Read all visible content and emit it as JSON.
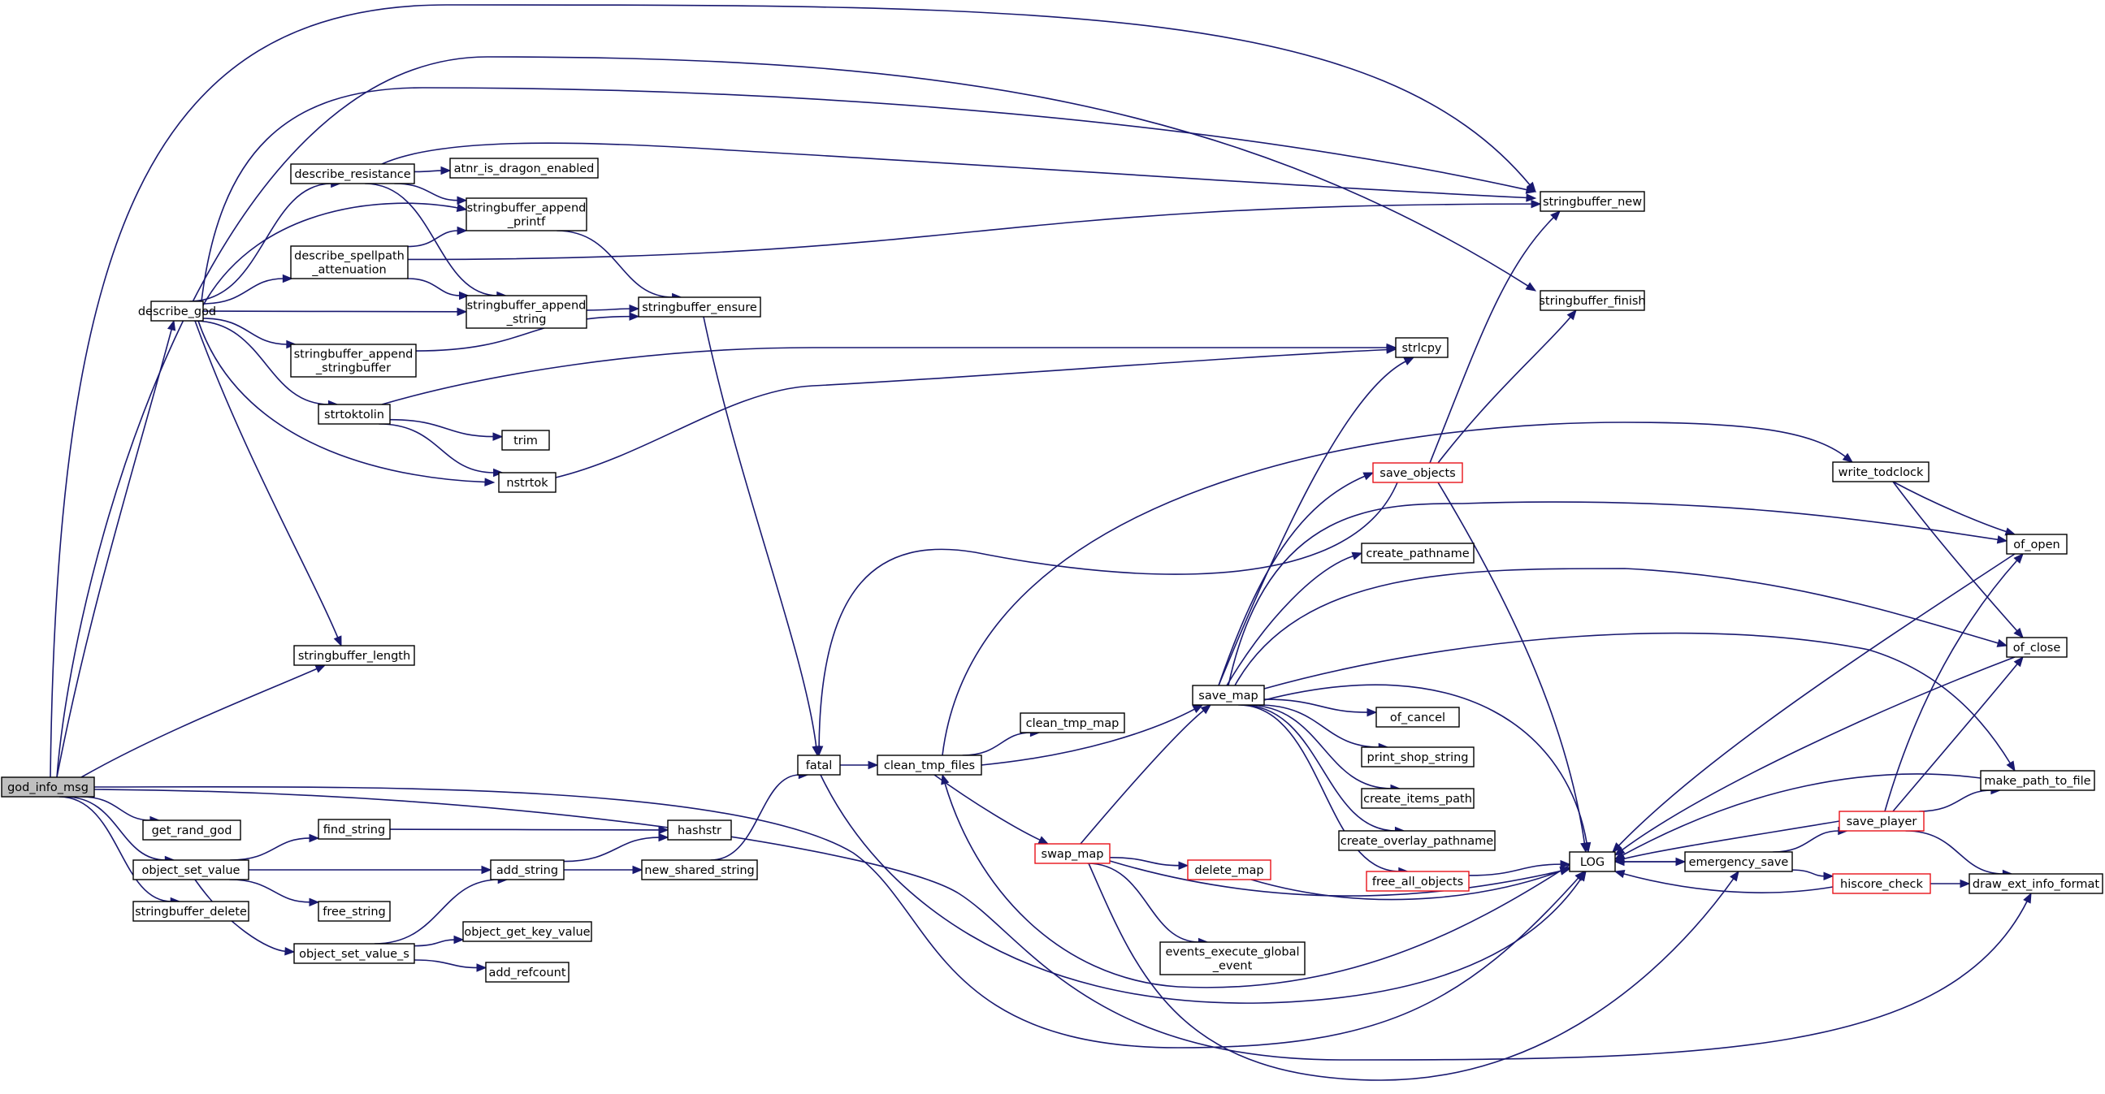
{
  "graph": {
    "title": "",
    "colors": {
      "edge": "#191970",
      "node_border": "#000000",
      "truncated_border": "#e8121a",
      "root_fill": "#bfbfbf"
    },
    "nodes": [
      {
        "id": "god_info_msg",
        "lines": [
          "god_info_msg"
        ],
        "root": true
      },
      {
        "id": "describe_god",
        "lines": [
          "describe_god"
        ]
      },
      {
        "id": "describe_resistance",
        "lines": [
          "describe_resistance"
        ]
      },
      {
        "id": "atnr_is_dragon_enabled",
        "lines": [
          "atnr_is_dragon_enabled"
        ]
      },
      {
        "id": "stringbuffer_append_printf",
        "lines": [
          "stringbuffer_append",
          "_printf"
        ]
      },
      {
        "id": "describe_spellpath_attenuation",
        "lines": [
          "describe_spellpath",
          "_attenuation"
        ]
      },
      {
        "id": "stringbuffer_append_string",
        "lines": [
          "stringbuffer_append",
          "_string"
        ]
      },
      {
        "id": "stringbuffer_ensure",
        "lines": [
          "stringbuffer_ensure"
        ]
      },
      {
        "id": "stringbuffer_append_stringbuffer",
        "lines": [
          "stringbuffer_append",
          "_stringbuffer"
        ]
      },
      {
        "id": "strtoktolin",
        "lines": [
          "strtoktolin"
        ]
      },
      {
        "id": "trim",
        "lines": [
          "trim"
        ]
      },
      {
        "id": "nstrtok",
        "lines": [
          "nstrtok"
        ]
      },
      {
        "id": "stringbuffer_length",
        "lines": [
          "stringbuffer_length"
        ]
      },
      {
        "id": "get_rand_god",
        "lines": [
          "get_rand_god"
        ]
      },
      {
        "id": "object_set_value",
        "lines": [
          "object_set_value"
        ]
      },
      {
        "id": "find_string",
        "lines": [
          "find_string"
        ]
      },
      {
        "id": "hashstr",
        "lines": [
          "hashstr"
        ]
      },
      {
        "id": "add_string",
        "lines": [
          "add_string"
        ]
      },
      {
        "id": "new_shared_string",
        "lines": [
          "new_shared_string"
        ]
      },
      {
        "id": "free_string",
        "lines": [
          "free_string"
        ]
      },
      {
        "id": "object_set_value_s",
        "lines": [
          "object_set_value_s"
        ]
      },
      {
        "id": "object_get_key_value",
        "lines": [
          "object_get_key_value"
        ]
      },
      {
        "id": "add_refcount",
        "lines": [
          "add_refcount"
        ]
      },
      {
        "id": "stringbuffer_delete",
        "lines": [
          "stringbuffer_delete"
        ]
      },
      {
        "id": "fatal",
        "lines": [
          "fatal"
        ]
      },
      {
        "id": "clean_tmp_files",
        "lines": [
          "clean_tmp_files"
        ]
      },
      {
        "id": "clean_tmp_map",
        "lines": [
          "clean_tmp_map"
        ]
      },
      {
        "id": "swap_map",
        "lines": [
          "swap_map"
        ],
        "truncated": true
      },
      {
        "id": "delete_map",
        "lines": [
          "delete_map"
        ],
        "truncated": true
      },
      {
        "id": "events_execute_global_event",
        "lines": [
          "events_execute_global",
          "_event"
        ]
      },
      {
        "id": "save_map",
        "lines": [
          "save_map"
        ]
      },
      {
        "id": "save_objects",
        "lines": [
          "save_objects"
        ],
        "truncated": true
      },
      {
        "id": "create_pathname",
        "lines": [
          "create_pathname"
        ]
      },
      {
        "id": "of_cancel",
        "lines": [
          "of_cancel"
        ]
      },
      {
        "id": "print_shop_string",
        "lines": [
          "print_shop_string"
        ]
      },
      {
        "id": "create_items_path",
        "lines": [
          "create_items_path"
        ]
      },
      {
        "id": "create_overlay_pathname",
        "lines": [
          "create_overlay_pathname"
        ]
      },
      {
        "id": "free_all_objects",
        "lines": [
          "free_all_objects"
        ],
        "truncated": true
      },
      {
        "id": "stringbuffer_new",
        "lines": [
          "stringbuffer_new"
        ]
      },
      {
        "id": "stringbuffer_finish",
        "lines": [
          "stringbuffer_finish"
        ]
      },
      {
        "id": "strlcpy",
        "lines": [
          "strlcpy"
        ]
      },
      {
        "id": "LOG",
        "lines": [
          "LOG"
        ]
      },
      {
        "id": "emergency_save",
        "lines": [
          "emergency_save"
        ]
      },
      {
        "id": "write_todclock",
        "lines": [
          "write_todclock"
        ]
      },
      {
        "id": "of_open",
        "lines": [
          "of_open"
        ]
      },
      {
        "id": "of_close",
        "lines": [
          "of_close"
        ]
      },
      {
        "id": "make_path_to_file",
        "lines": [
          "make_path_to_file"
        ]
      },
      {
        "id": "save_player",
        "lines": [
          "save_player"
        ],
        "truncated": true
      },
      {
        "id": "hiscore_check",
        "lines": [
          "hiscore_check"
        ],
        "truncated": true
      },
      {
        "id": "draw_ext_info_format",
        "lines": [
          "draw_ext_info_format"
        ]
      }
    ],
    "edges": [
      [
        "god_info_msg",
        "describe_god"
      ],
      [
        "god_info_msg",
        "stringbuffer_new"
      ],
      [
        "god_info_msg",
        "stringbuffer_finish"
      ],
      [
        "god_info_msg",
        "stringbuffer_length"
      ],
      [
        "god_info_msg",
        "get_rand_god"
      ],
      [
        "god_info_msg",
        "object_set_value"
      ],
      [
        "god_info_msg",
        "stringbuffer_delete"
      ],
      [
        "god_info_msg",
        "LOG"
      ],
      [
        "describe_god",
        "describe_resistance"
      ],
      [
        "describe_god",
        "stringbuffer_append_printf"
      ],
      [
        "describe_god",
        "describe_spellpath_attenuation"
      ],
      [
        "describe_god",
        "stringbuffer_append_string"
      ],
      [
        "describe_god",
        "stringbuffer_append_stringbuffer"
      ],
      [
        "describe_god",
        "strtoktolin"
      ],
      [
        "describe_god",
        "nstrtok"
      ],
      [
        "describe_god",
        "stringbuffer_length"
      ],
      [
        "describe_god",
        "stringbuffer_new"
      ],
      [
        "describe_resistance",
        "atnr_is_dragon_enabled"
      ],
      [
        "describe_resistance",
        "stringbuffer_append_printf"
      ],
      [
        "describe_resistance",
        "stringbuffer_append_string"
      ],
      [
        "describe_resistance",
        "stringbuffer_new"
      ],
      [
        "describe_spellpath_attenuation",
        "stringbuffer_append_printf"
      ],
      [
        "describe_spellpath_attenuation",
        "stringbuffer_append_string"
      ],
      [
        "describe_spellpath_attenuation",
        "stringbuffer_new"
      ],
      [
        "stringbuffer_append_printf",
        "stringbuffer_ensure"
      ],
      [
        "stringbuffer_append_string",
        "stringbuffer_ensure"
      ],
      [
        "stringbuffer_append_stringbuffer",
        "stringbuffer_ensure"
      ],
      [
        "stringbuffer_ensure",
        "fatal"
      ],
      [
        "strtoktolin",
        "trim"
      ],
      [
        "strtoktolin",
        "nstrtok"
      ],
      [
        "strtoktolin",
        "strlcpy"
      ],
      [
        "nstrtok",
        "strlcpy"
      ],
      [
        "object_set_value",
        "find_string"
      ],
      [
        "object_set_value",
        "add_string"
      ],
      [
        "object_set_value",
        "free_string"
      ],
      [
        "object_set_value",
        "object_set_value_s"
      ],
      [
        "find_string",
        "hashstr"
      ],
      [
        "add_string",
        "hashstr"
      ],
      [
        "add_string",
        "new_shared_string"
      ],
      [
        "new_shared_string",
        "fatal"
      ],
      [
        "object_set_value_s",
        "add_string"
      ],
      [
        "object_set_value_s",
        "object_get_key_value"
      ],
      [
        "object_set_value_s",
        "add_refcount"
      ],
      [
        "fatal",
        "clean_tmp_files"
      ],
      [
        "fatal",
        "LOG"
      ],
      [
        "clean_tmp_files",
        "clean_tmp_map"
      ],
      [
        "clean_tmp_files",
        "swap_map"
      ],
      [
        "clean_tmp_files",
        "save_map"
      ],
      [
        "clean_tmp_files",
        "write_todclock"
      ],
      [
        "swap_map",
        "delete_map"
      ],
      [
        "swap_map",
        "events_execute_global_event"
      ],
      [
        "swap_map",
        "save_map"
      ],
      [
        "swap_map",
        "LOG"
      ],
      [
        "swap_map",
        "emergency_save"
      ],
      [
        "delete_map",
        "LOG"
      ],
      [
        "save_map",
        "save_objects"
      ],
      [
        "save_map",
        "create_pathname"
      ],
      [
        "save_map",
        "of_cancel"
      ],
      [
        "save_map",
        "print_shop_string"
      ],
      [
        "save_map",
        "create_items_path"
      ],
      [
        "save_map",
        "create_overlay_pathname"
      ],
      [
        "save_map",
        "free_all_objects"
      ],
      [
        "save_map",
        "strlcpy"
      ],
      [
        "save_map",
        "LOG"
      ],
      [
        "save_map",
        "of_open"
      ],
      [
        "save_map",
        "of_close"
      ],
      [
        "save_map",
        "make_path_to_file"
      ],
      [
        "save_objects",
        "stringbuffer_new"
      ],
      [
        "save_objects",
        "stringbuffer_finish"
      ],
      [
        "save_objects",
        "LOG"
      ],
      [
        "save_objects",
        "fatal"
      ],
      [
        "free_all_objects",
        "LOG"
      ],
      [
        "LOG",
        "emergency_save"
      ],
      [
        "LOG",
        "clean_tmp_files"
      ],
      [
        "emergency_save",
        "LOG"
      ],
      [
        "emergency_save",
        "save_player"
      ],
      [
        "emergency_save",
        "hiscore_check"
      ],
      [
        "write_todclock",
        "of_open"
      ],
      [
        "write_todclock",
        "of_close"
      ],
      [
        "of_open",
        "LOG"
      ],
      [
        "of_close",
        "LOG"
      ],
      [
        "make_path_to_file",
        "LOG"
      ],
      [
        "save_player",
        "LOG"
      ],
      [
        "save_player",
        "of_open"
      ],
      [
        "save_player",
        "of_close"
      ],
      [
        "save_player",
        "make_path_to_file"
      ],
      [
        "save_player",
        "draw_ext_info_format"
      ],
      [
        "hiscore_check",
        "LOG"
      ],
      [
        "hiscore_check",
        "draw_ext_info_format"
      ],
      [
        "god_info_msg",
        "draw_ext_info_format"
      ]
    ]
  }
}
